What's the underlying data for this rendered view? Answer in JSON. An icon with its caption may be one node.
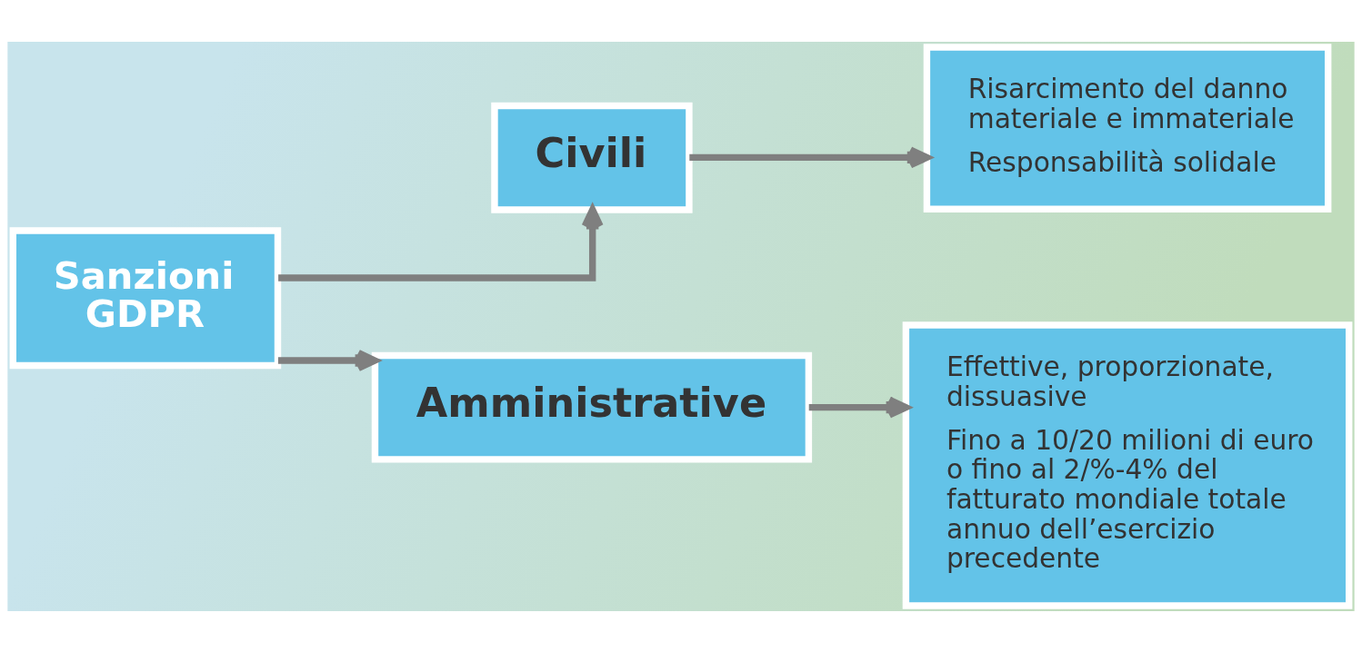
{
  "diagram": {
    "nodes": [
      {
        "text": [
          "Sanzioni GDPR"
        ]
      },
      {
        "text": [
          "Civili"
        ]
      },
      {
        "text": [
          "Amministrative"
        ]
      },
      {
        "text": [
          "Risarcimento del danno materiale e immateriale",
          "Responsabilità solidale"
        ]
      },
      {
        "text": [
          "Effettive, proporzionate, dissuasive",
          "Fino a 10/20 milioni di euro o fino al 2/%-4% del fatturato mondiale totale annuo dell’esercizio precedente"
        ]
      }
    ],
    "edges": [
      {
        "from": 0,
        "to": 1,
        "arrow": "to"
      },
      {
        "from": 0,
        "to": 2,
        "arrow": "to"
      },
      {
        "from": 1,
        "to": 3,
        "arrow": "to"
      },
      {
        "from": 2,
        "to": 4,
        "arrow": "to"
      }
    ]
  }
}
